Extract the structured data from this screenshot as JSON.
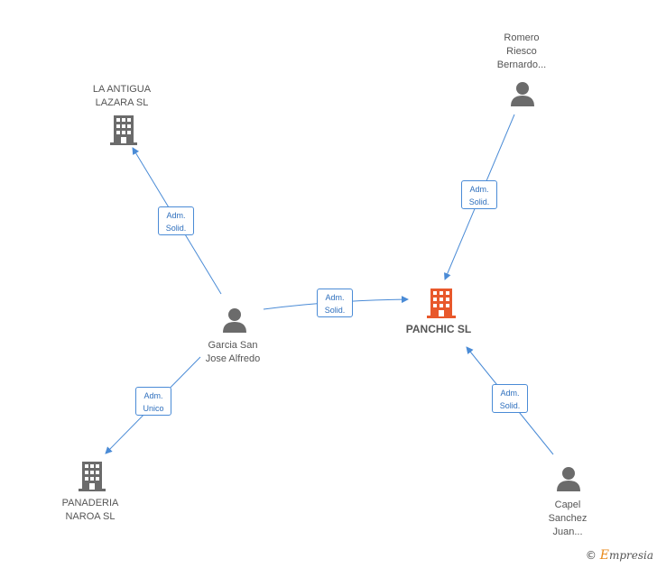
{
  "nodes": {
    "la_antigua": {
      "label": "LA ANTIGUA\nLAZARA SL",
      "type": "company"
    },
    "romero": {
      "label": "Romero\nRiesco\nBernardo...",
      "type": "person"
    },
    "garcia": {
      "label": "Garcia San\nJose Alfredo",
      "type": "person"
    },
    "panchic": {
      "label": "PANCHIC SL",
      "type": "company-focus"
    },
    "panaderia": {
      "label": "PANADERIA\nNAROA SL",
      "type": "company"
    },
    "capel": {
      "label": "Capel\nSanchez\nJuan...",
      "type": "person"
    }
  },
  "edges": {
    "garcia_antigua": {
      "label": "Adm.\nSolid."
    },
    "romero_panchic": {
      "label": "Adm.\nSolid."
    },
    "garcia_panchic": {
      "label": "Adm.\nSolid."
    },
    "garcia_panaderia": {
      "label": "Adm.\nUnico"
    },
    "capel_panchic": {
      "label": "Adm.\nSolid."
    }
  },
  "brand": {
    "copyright": "©",
    "e": "E",
    "rest": "mpresia"
  },
  "colors": {
    "edge": "#4a8bd6",
    "icon": "#6b6b6b",
    "focus": "#e8582b"
  }
}
